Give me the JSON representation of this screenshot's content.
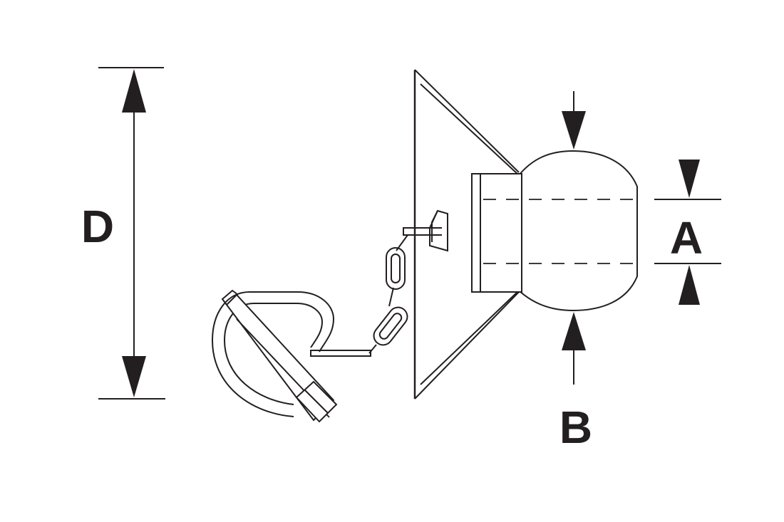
{
  "labels": {
    "d": "D",
    "a": "A",
    "b": "B"
  },
  "colors": {
    "ink": "#231f20",
    "background": "#ffffff"
  }
}
